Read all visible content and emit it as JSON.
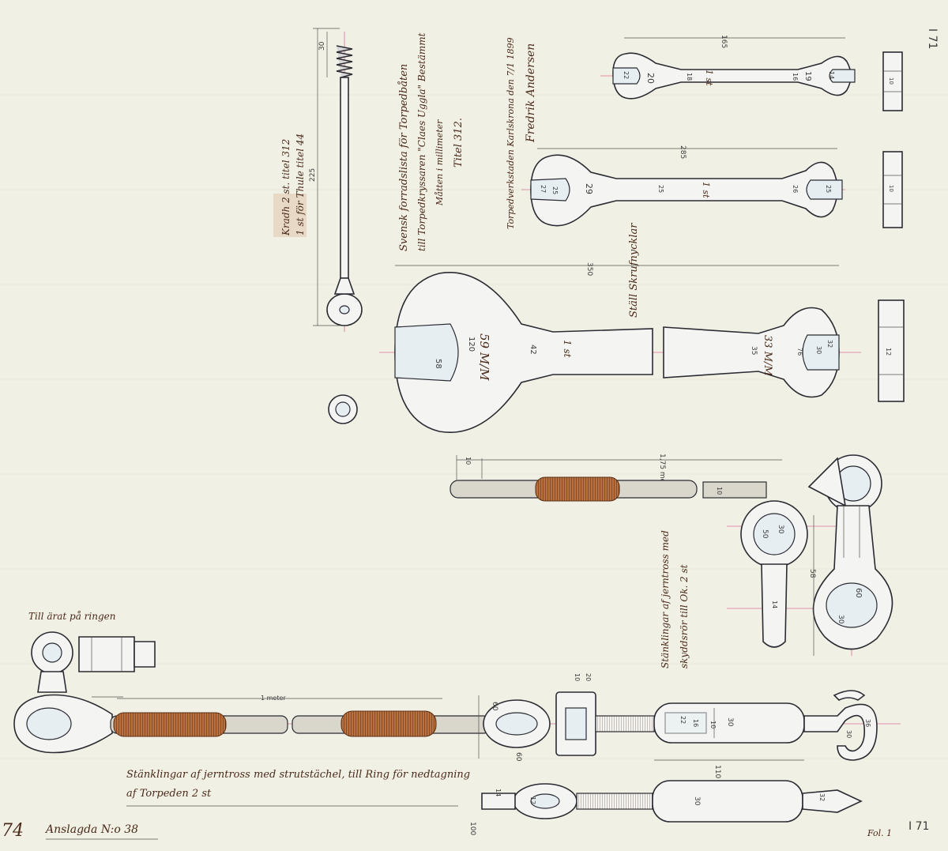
{
  "drawing": {
    "number_label": "Anslagda N:o 38",
    "handwritten_number": "74",
    "sheet_mark": "I 71",
    "sheet_mark_bottom": "I 71",
    "sheet_number": "Fol. 1"
  },
  "header": {
    "title_line1": "Svensk forradslista för Torpedbåten",
    "title_line2": "till Torpedkryssaren \"Claes Uggla\" Bestämmt",
    "title_line3": "Måtten i millimeter",
    "title_line4": "Titel 312.",
    "signature_line1": "Torpedverkstaden Karlskrona den 7/1 1899",
    "signature_line2": "Fredrik Andersen"
  },
  "drill": {
    "label_line1": "Kradh 2 st. titel 312",
    "label_line2": "1 st för Thule titel 44",
    "dims": [
      "30",
      "225"
    ]
  },
  "wrench_set": {
    "label": "Ställ Skrufnycklar",
    "small": {
      "qty": "1 st",
      "dims": [
        "165",
        "20",
        "22",
        "18",
        "16",
        "14",
        "19"
      ]
    },
    "medium": {
      "qty": "1 st",
      "dims": [
        "285",
        "29",
        "25",
        "27",
        "26",
        "25",
        "25"
      ]
    },
    "large": {
      "qty": "1 st",
      "size_left": "59 M/M",
      "size_right": "33 M/M",
      "dims": [
        "350",
        "120",
        "42",
        "58",
        "35",
        "30",
        "32",
        "76"
      ]
    },
    "side_views": [
      {
        "dim": "10"
      },
      {
        "dim": "10"
      },
      {
        "dim": "12"
      }
    ]
  },
  "rope_section": {
    "label_line1": "Stänklingar af jerntross med",
    "label_line2": "skyddsrör till Ok. 2 st",
    "dims": [
      "10",
      "1,75 meter",
      "10"
    ],
    "loop_dims": [
      "50",
      "30",
      "58",
      "60",
      "30",
      "14"
    ]
  },
  "bottom_assembly": {
    "title_top": "Till ärat på ringen",
    "caption_line1": "Stänklingar af jerntross med strutstächel, till Ring för nedtagning",
    "caption_line2": "af Torpeden 2 st",
    "dims": [
      "1 meter",
      "60",
      "20",
      "10",
      "60",
      "16",
      "22",
      "10",
      "30",
      "110",
      "30",
      "36",
      "14",
      "100",
      "12",
      "30",
      "32"
    ]
  }
}
